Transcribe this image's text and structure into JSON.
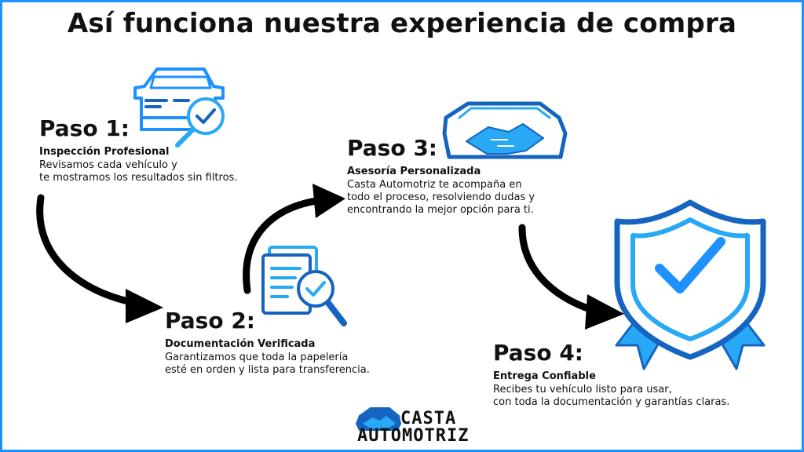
{
  "title": "Así funciona nuestra experiencia de compra",
  "colors": {
    "accent": "#1e90ff",
    "dark_blue": "#1565c0",
    "light_blue": "#29a8f5",
    "text": "#111111"
  },
  "steps": [
    {
      "heading": "Paso 1:",
      "subtitle": "Inspección Profesional",
      "lines": [
        "Revisamos cada vehículo y",
        "te mostramos los resultados sin filtros."
      ],
      "icon": "car-inspection-icon"
    },
    {
      "heading": "Paso 2:",
      "subtitle": "Documentación Verificada",
      "lines": [
        "Garantizamos que toda la papelería",
        "esté en orden y lista para transferencia."
      ],
      "icon": "document-check-icon"
    },
    {
      "heading": "Paso 3:",
      "subtitle": "Asesoría Personalizada",
      "lines": [
        "Casta Automotriz te acompaña en",
        "todo el proceso, resolviendo dudas y",
        "encontrando la mejor opción para ti."
      ],
      "icon": "handshake-car-icon"
    },
    {
      "heading": "Paso 4:",
      "subtitle": "Entrega Confiable",
      "lines": [
        "Recibes tu vehículo listo para usar,",
        "con toda la documentación y garantías claras."
      ],
      "icon": "shield-check-icon"
    }
  ],
  "logo": {
    "line1": "CASTA",
    "line2": "AUTOMOTRIZ",
    "icon": "handshake-car-logo-icon"
  }
}
